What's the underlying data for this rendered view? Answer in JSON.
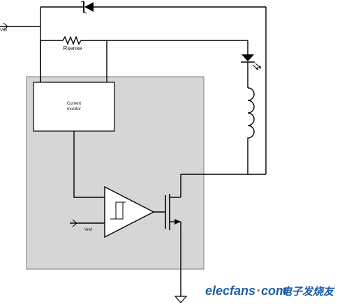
{
  "labels": {
    "vin": "VIN",
    "rsense": "Rsense",
    "current_monitor_line1": "Current",
    "current_monitor_line2": "monitor",
    "vref": "Vref"
  },
  "watermark": {
    "site": "elecfans",
    "dot": "·",
    "tld": "com",
    "cn": "电子发烧友"
  },
  "colors": {
    "ic_fill": "#d6d6d6",
    "ic_border": "#7a7a7a",
    "wire": "#000000",
    "watermark_blue": "#1e5ea8",
    "watermark_red": "#c8232c"
  }
}
